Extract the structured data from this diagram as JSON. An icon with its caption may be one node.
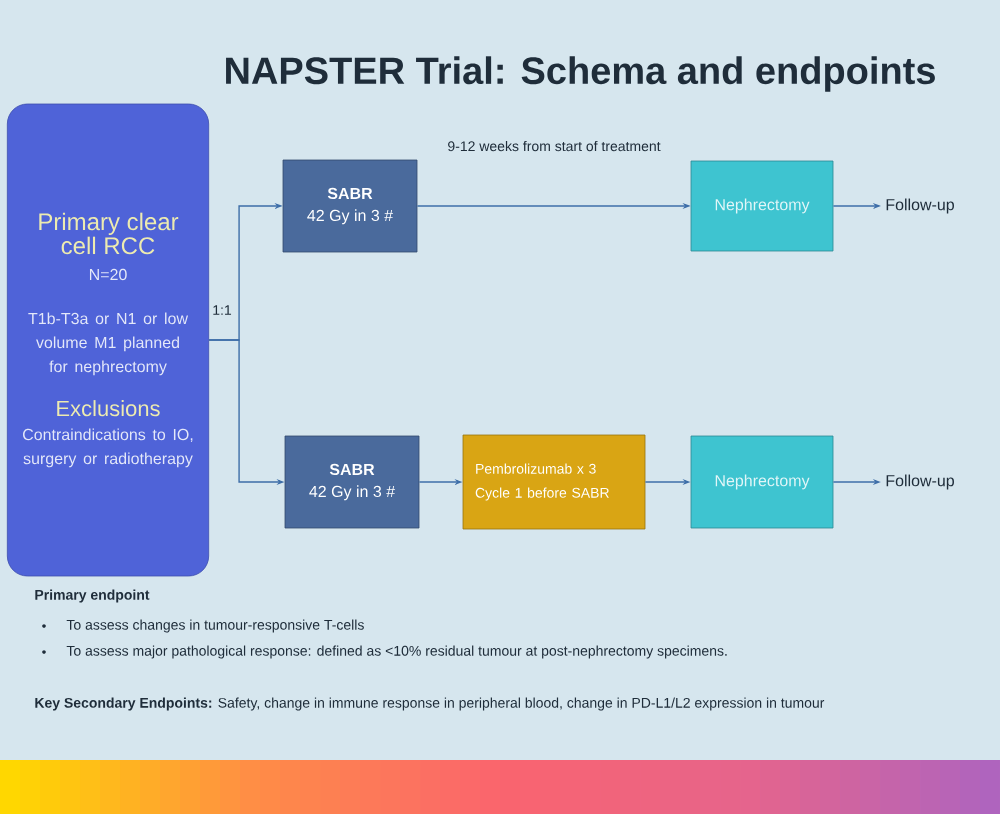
{
  "diagram": {
    "title": "NAPSTER Trial: Schema and endpoints",
    "nodes": [
      {
        "text": [
          "Primary clear cell RCC",
          "N=20",
          "T1b-T3a or N1 or low volume M1 planned for nephrectomy",
          "Exclusions",
          "Contraindications to IO, surgery or radiotherapy"
        ]
      },
      {
        "text": [
          "SABR",
          "42 Gy in 3 #"
        ]
      },
      {
        "text": [
          "Nephrectomy"
        ]
      },
      {
        "text": [
          "Follow-up"
        ]
      },
      {
        "text": [
          "SABR",
          "42 Gy in 3 #"
        ]
      },
      {
        "text": [
          "Pembrolizumab x 3 Cycle 1 before SABR"
        ]
      },
      {
        "text": [
          "Nephrectomy"
        ]
      },
      {
        "text": [
          "Follow-up"
        ]
      }
    ],
    "edges": [
      {
        "from": 0,
        "to": 1,
        "arrow": "to"
      },
      {
        "from": 0,
        "to": 4,
        "arrow": "to"
      },
      {
        "from": 1,
        "to": 2,
        "arrow": "to",
        "label": "9-12 weeks from start of treatment"
      },
      {
        "from": 2,
        "to": 3,
        "arrow": "to"
      },
      {
        "from": 4,
        "to": 5,
        "arrow": "to"
      },
      {
        "from": 5,
        "to": 6,
        "arrow": "to"
      },
      {
        "from": 6,
        "to": 7,
        "arrow": "to"
      }
    ],
    "labels": [
      "1:1",
      "Primary endpoint",
      "To assess changes in tumour-responsive T-cells",
      "To assess major pathological response: defined as <10% residual tumour at post-nephrectomy specimens.",
      "**Key Secondary Endpoints:** Safety, change in immune response in peripheral blood, change in PD-L1/L2 expression in tumour"
    ]
  }
}
